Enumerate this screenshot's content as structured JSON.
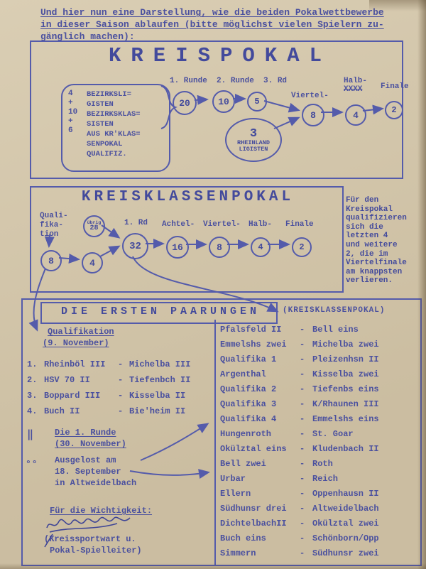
{
  "colors": {
    "paper": "#d7caae",
    "ink": "#4a509f",
    "ink_dark": "#434a9c"
  },
  "intro": {
    "lines": [
      "Und hier nun eine Darstellung, wie die beiden Pokalwettbewerbe",
      "in dieser Saison ablaufen (bitte möglichst vielen Spielern zu-",
      "gänglich machen):"
    ]
  },
  "kreispokal": {
    "title": "KREISPOKAL",
    "entrants": {
      "numbers": [
        "4",
        "+",
        "10",
        "+",
        "6"
      ],
      "lines": [
        "BEZIRKSLI=",
        "GISTEN",
        "BEZIRKSKLAS=",
        "SISTEN",
        "AUS KR'KLAS=",
        "SENPOKAL",
        "QUALIFIZ."
      ]
    },
    "round_labels": "1. Runde  2. Runde  3. Rd",
    "rounds": [
      {
        "value": "20"
      },
      {
        "value": "10"
      },
      {
        "value": "5"
      }
    ],
    "extra_circle": {
      "number": "3",
      "line1": "RHEINLAND",
      "line2": "LIGISTEN"
    },
    "viertel_label": "Viertel-",
    "viertel_value": "8",
    "halb_label": "Halb-",
    "halb_strike": "XXXX",
    "halb_value": "4",
    "finale_label": "Finale",
    "finale_value": "2"
  },
  "kreisklassenpokal": {
    "title": "KREISKLASSENPOKAL",
    "quali_label_lines": [
      "Quali-",
      "fika-",
      "tion"
    ],
    "quali_value": "8",
    "quali_winners": "4",
    "uebrig": {
      "label": "übrig",
      "value": "28"
    },
    "stages": [
      {
        "label": "1. Rd",
        "value": "32"
      },
      {
        "label": "Achtel-",
        "value": "16"
      },
      {
        "label": "Viertel-",
        "value": "8"
      },
      {
        "label": "Halb-",
        "value": "4"
      },
      {
        "label": "Finale",
        "value": "2"
      }
    ],
    "side_note_lines": [
      "Für den",
      "Kreispokal",
      "qualifizieren",
      "sich die",
      "letzten 4",
      "und weitere",
      "2, die im",
      "Viertelfinale",
      "am knappsten",
      "verlieren."
    ]
  },
  "pairings": {
    "title": "DIE ERSTEN PAARUNGEN",
    "subtitle": "(KREISKLASSENPOKAL)",
    "sep": "-",
    "qualification": {
      "heading": "Qualifikation",
      "date": "(9. November)",
      "matches": [
        {
          "num": "1.",
          "home": "Rheinböl III",
          "away": "Michelba III"
        },
        {
          "num": "2.",
          "home": "HSV 70 II",
          "away": "Tiefenbch II"
        },
        {
          "num": "3.",
          "home": "Boppard III",
          "away": "Kisselba II"
        },
        {
          "num": "4.",
          "home": "Buch II",
          "away": "Bie'heim II"
        }
      ]
    },
    "round1": {
      "heading": "Die 1. Runde",
      "date": "(30. November)",
      "draw_lines": [
        "Ausgelost am",
        "18. September",
        "in Altweidelbach"
      ],
      "marks": [
        "‖",
        "°°"
      ]
    },
    "signature": {
      "heading": "Für die Wichtigkeit:",
      "role_lines": [
        "(Kreissportwart u.",
        "Pokal-Spielleiter)"
      ]
    },
    "matches": [
      {
        "home": "Pfalsfeld II",
        "away": "Bell eins"
      },
      {
        "home": "Emmelshs zwei",
        "away": "Michelba zwei"
      },
      {
        "home": "Qualifika 1",
        "away": "Pleizenhsn II"
      },
      {
        "home": "Argenthal",
        "away": "Kisselba zwei"
      },
      {
        "home": "Qualifika 2",
        "away": "Tiefenbs eins"
      },
      {
        "home": "Qualifika 3",
        "away": "K/Rhaunen III"
      },
      {
        "home": "Qualifika 4",
        "away": "Emmelshs eins"
      },
      {
        "home": "Hungenroth",
        "away": "St. Goar"
      },
      {
        "home": "Okülztal eins",
        "away": "Kludenbach II"
      },
      {
        "home": "Bell zwei",
        "away": "Roth"
      },
      {
        "home": "Urbar",
        "away": "Reich"
      },
      {
        "home": "Ellern",
        "away": "Oppenhausn II"
      },
      {
        "home": "Südhunsr drei",
        "away": "Altweidelbach"
      },
      {
        "home": "DichtelbachII",
        "away": "Okülztal zwei"
      },
      {
        "home": "Buch eins",
        "away": "Schönborn/Opp"
      },
      {
        "home": "Simmern",
        "away": "Südhunsr zwei"
      }
    ]
  }
}
